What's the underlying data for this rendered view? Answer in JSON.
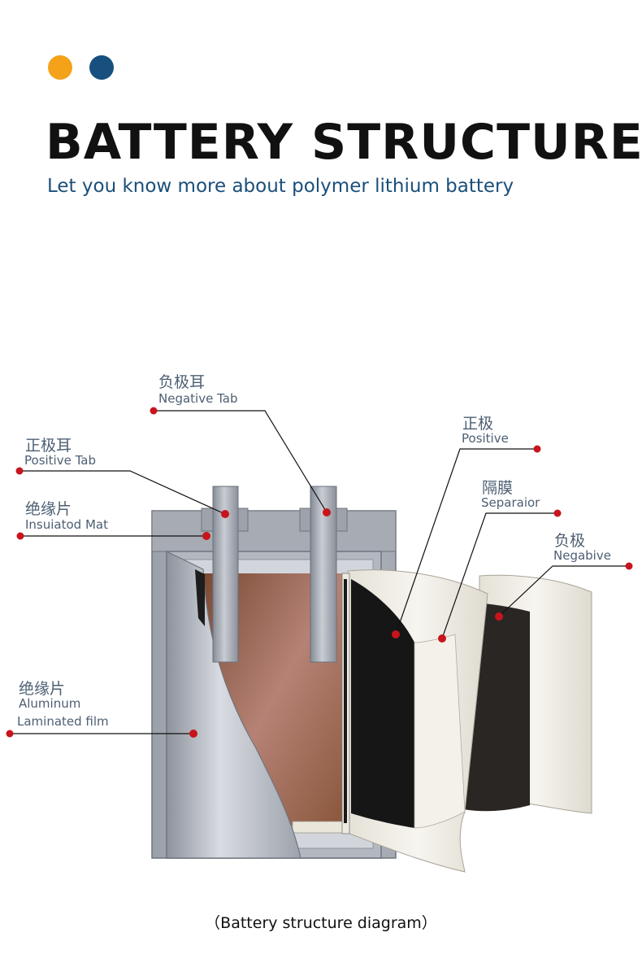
{
  "colors": {
    "accent_orange": "#f5a21b",
    "accent_blue": "#17507e",
    "marker_red": "#c8141c"
  },
  "header": {
    "title": "BATTERY STRUCTURE",
    "subtitle": "Let you know more about polymer lithium battery"
  },
  "labels": {
    "negative_tab": {
      "cn": "负极耳",
      "en": "Negative Tab"
    },
    "positive_tab": {
      "cn": "正极耳",
      "en": "Positive Tab"
    },
    "insulated_mat": {
      "cn": "绝缘片",
      "en": "Insuiatod Mat"
    },
    "aluminum_film": {
      "cn": "绝缘片",
      "en_line1": "Aluminum",
      "en_line2": "Laminated film"
    },
    "positive": {
      "cn": "正极",
      "en": "Positive"
    },
    "separator": {
      "cn": "隔膜",
      "en": "Separaior"
    },
    "negative": {
      "cn": "负极",
      "en": "Negabive"
    }
  },
  "caption": "（Battery structure diagram）"
}
